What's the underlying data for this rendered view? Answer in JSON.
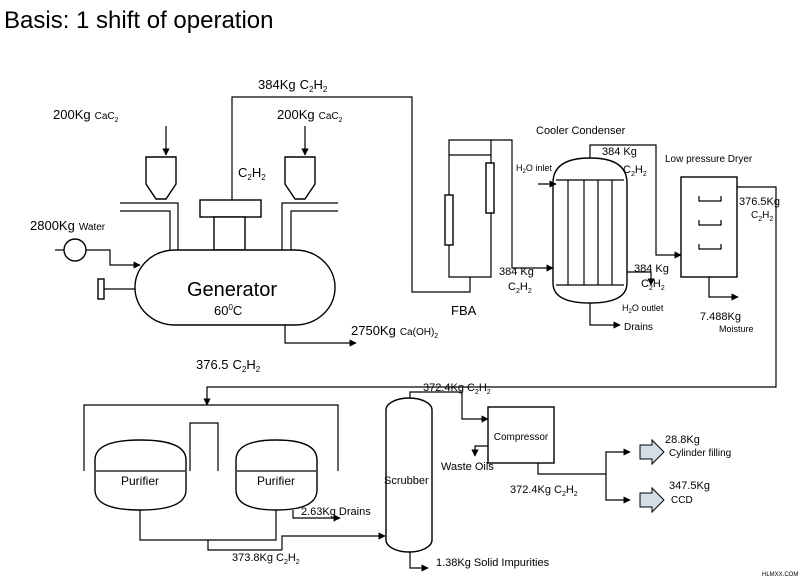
{
  "title": "Basis: 1 shift of operation",
  "watermark": "HLMXX.COM",
  "units": {
    "generator": {
      "name": "Generator",
      "temp_value": "60",
      "temp_sup": "0",
      "temp_unit": "C"
    },
    "fba": "FBA",
    "cooler_condenser": "Cooler Condenser",
    "dryer": "Low pressure Dryer",
    "purifier1": "Purifier",
    "purifier2": "Purifier",
    "scrubber": "Scrubber",
    "compressor": "Compressor"
  },
  "streams": {
    "carbide1": {
      "qty": "200Kg",
      "name": "CaC",
      "sub": "2"
    },
    "carbide2": {
      "qty": "200Kg",
      "name": "CaC",
      "sub": "2"
    },
    "water": {
      "qty": "2800Kg",
      "name": "Water"
    },
    "gen_c2h2": {
      "name": "C",
      "sub1": "2",
      "name2": "H",
      "sub2": "2"
    },
    "top_c2h2": {
      "qty": "384Kg",
      "name": "C",
      "sub1": "2",
      "name2": "H",
      "sub2": "2"
    },
    "lime": {
      "qty": "2750Kg",
      "name": "Ca(OH)",
      "sub": "2"
    },
    "fba_out": {
      "qty": "384 Kg",
      "name": "C",
      "sub1": "2",
      "name2": "H",
      "sub2": "2"
    },
    "h2o_inlet": {
      "name": "H",
      "sub": "2",
      "name2": "O inlet"
    },
    "h2o_outlet": {
      "name": "H",
      "sub": "2",
      "name2": "O outlet"
    },
    "cond_drains": "Drains",
    "cond_out": {
      "qty": "384 Kg",
      "name": "C",
      "sub1": "2",
      "name2": "H",
      "sub2": "2"
    },
    "dryer_in": {
      "qty": "384 Kg",
      "name": "C",
      "sub1": "2",
      "name2": "H",
      "sub2": "2"
    },
    "dryer_out": {
      "qty": "376.5Kg",
      "name": "C",
      "sub1": "2",
      "name2": "H",
      "sub2": "2"
    },
    "moisture": {
      "qty": "7.488Kg",
      "name": "Moisture"
    },
    "purifier_in": {
      "qty": "376.5",
      "name": "C",
      "sub1": "2",
      "name2": "H",
      "sub2": "2"
    },
    "purifier_drains": "2.63Kg Drains",
    "purifier_out": {
      "qty": "373.8Kg",
      "name": "C",
      "sub1": "2",
      "name2": "H",
      "sub2": "2"
    },
    "scrubber_out": {
      "qty": "372.4Kg",
      "name": "C",
      "sub1": "2",
      "name2": "H",
      "sub2": "2"
    },
    "solid_impurities": "1.38Kg Solid Impurities",
    "waste_oils": "Waste Oils",
    "compressor_out": {
      "qty": "372.4Kg",
      "name": "C",
      "sub1": "2",
      "name2": "H",
      "sub2": "2"
    },
    "cylinder": {
      "qty": "28.8Kg",
      "name": "Cylinder filling"
    },
    "ccd": {
      "qty": "347.5Kg",
      "name": "CCD"
    }
  }
}
